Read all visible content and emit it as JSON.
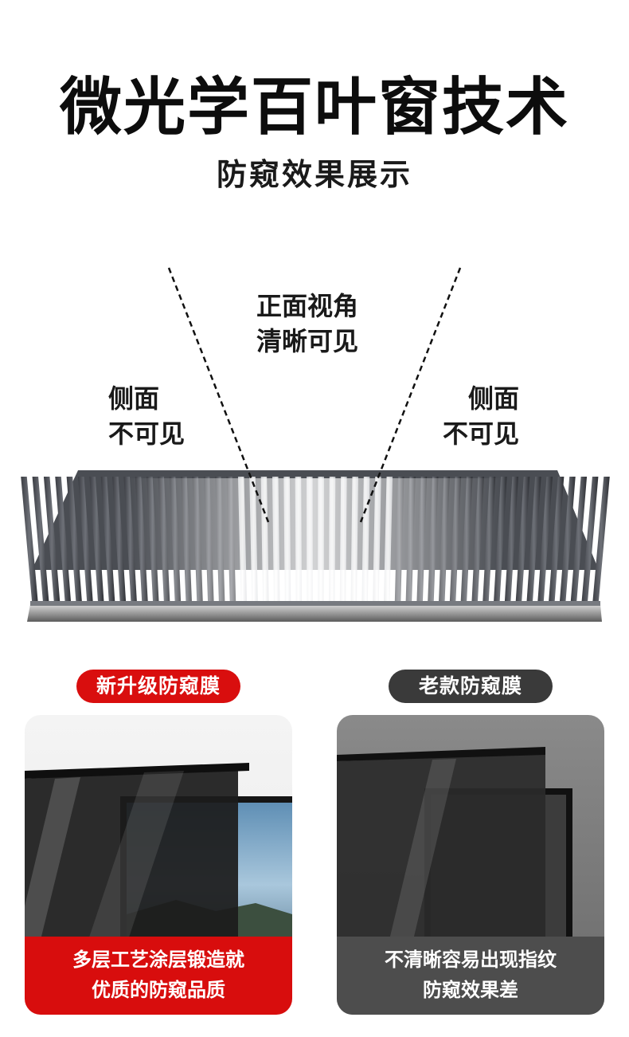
{
  "header": {
    "title": "微光学百叶窗技术",
    "subtitle": "防窥效果展示"
  },
  "diagram": {
    "front_label_line1": "正面视角",
    "front_label_line2": "清晰可见",
    "side_left_line1": "侧面",
    "side_left_line2": "不可见",
    "side_right_line1": "侧面",
    "side_right_line2": "不可见"
  },
  "comparison": {
    "new": {
      "badge": "新升级防窥膜",
      "caption_line1": "多层工艺涂层锻造就",
      "caption_line2": "优质的防窥品质",
      "color": "#d90e0e"
    },
    "old": {
      "badge": "老款防窥膜",
      "caption_line1": "不清晰容易出现指纹",
      "caption_line2": "防窥效果差",
      "color": "#3a3a3a"
    }
  }
}
